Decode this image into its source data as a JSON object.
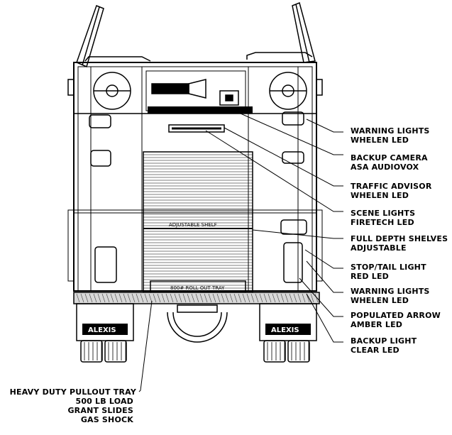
{
  "callouts": [
    {
      "line1": "WARNING LIGHTS",
      "line2": "WHELEN LED"
    },
    {
      "line1": "BACKUP CAMERA",
      "line2": "ASA AUDIOVOX"
    },
    {
      "line1": "TRAFFIC ADVISOR",
      "line2": "WHELEN LED"
    },
    {
      "line1": "SCENE LIGHTS",
      "line2": "FIRETECH LED"
    },
    {
      "line1": "FULL DEPTH SHELVES",
      "line2": "ADJUSTABLE"
    },
    {
      "line1": "STOP/TAIL LIGHT",
      "line2": "RED LED"
    },
    {
      "line1": "WARNING LIGHTS",
      "line2": "WHELEN LED"
    },
    {
      "line1": "POPULATED ARROW",
      "line2": "AMBER LED"
    },
    {
      "line1": "BACKUP LIGHT",
      "line2": "CLEAR LED"
    }
  ],
  "tray_callout": [
    "HEAVY DUTY PULLOUT TRAY",
    "500 LB LOAD",
    "GRANT SLIDES",
    "GAS SHOCK"
  ],
  "inner_labels": {
    "shelf": "ADJUSTABLE SHELF",
    "tray": "800# ROLL OUT TRAY"
  },
  "brand": {
    "left": "ALEXIS",
    "right": "ALEXIS"
  }
}
